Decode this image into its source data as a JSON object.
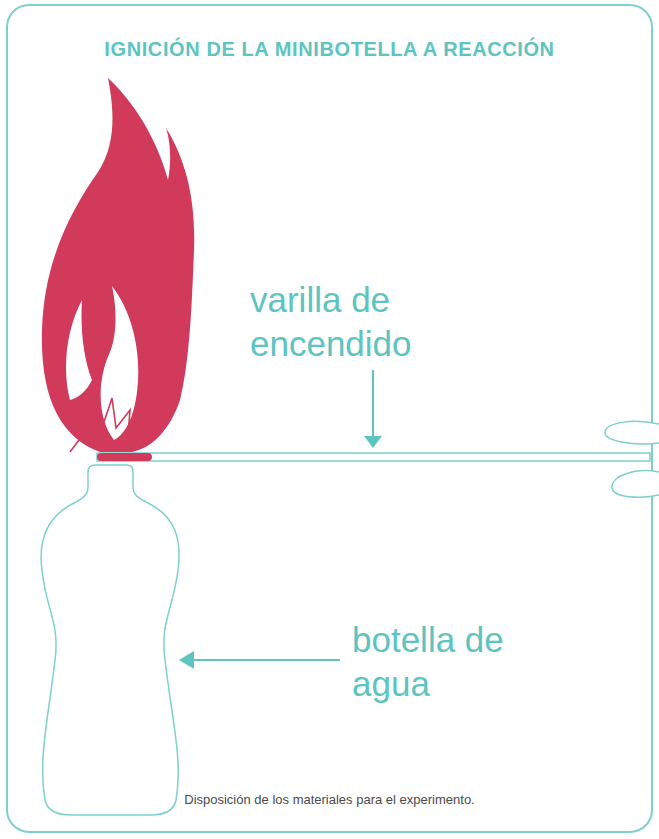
{
  "diagram": {
    "title": "IGNICIÓN DE LA MINIBOTELLA A REACCIÓN",
    "caption": "Disposición de los materiales para el experimento.",
    "labels": [
      "varilla de encendido",
      "botella de agua"
    ]
  }
}
